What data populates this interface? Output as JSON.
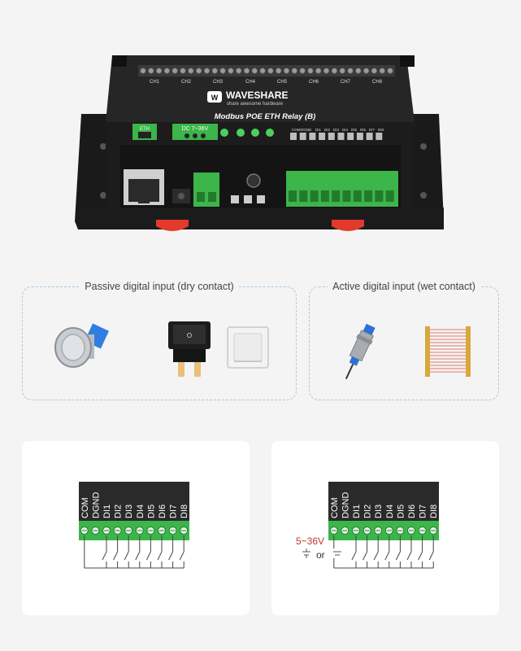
{
  "device": {
    "brand": "WAVESHARE",
    "slogan": "share awesome hardware",
    "model": "Modbus POE ETH Relay (B)",
    "channels": [
      "CH1",
      "CH2",
      "CH3",
      "CH4",
      "CH5",
      "CH6",
      "CH7",
      "CH8"
    ],
    "eth_label": "ETH",
    "power_label": "DC 7~36V",
    "io_labels": [
      "COM",
      "DGND",
      "DI1",
      "DI2",
      "DI3",
      "DI4",
      "DI5",
      "DI6",
      "DI7",
      "DI8"
    ]
  },
  "inputs": {
    "passive_title": "Passive digital input (dry contact)",
    "active_title": "Active digital input (wet contact)"
  },
  "wiring": {
    "pins": [
      "COM",
      "DGND",
      "DI1",
      "DI2",
      "DI3",
      "DI4",
      "DI5",
      "DI6",
      "DI7",
      "DI8"
    ],
    "voltage": "5~36V",
    "or_text": "or"
  },
  "colors": {
    "terminal_green": "#3cb54a",
    "case_black": "#1c1c1c",
    "clip_red": "#e23a2c",
    "voltage_red": "#c0392b",
    "panel_border": "#a9c9e4"
  }
}
